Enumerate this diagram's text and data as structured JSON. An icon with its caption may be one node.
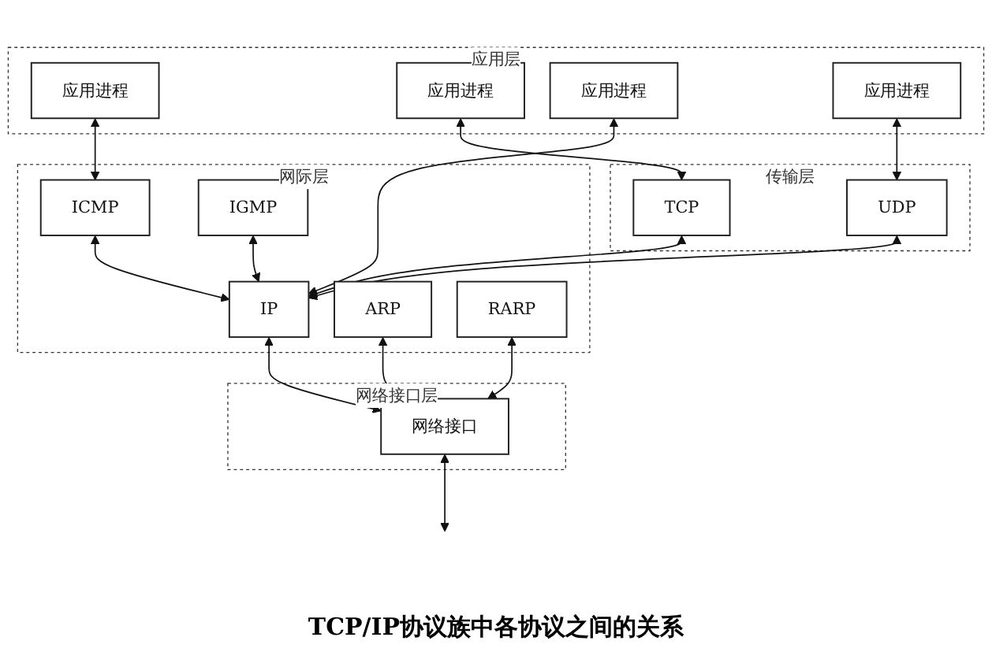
{
  "diagram": {
    "caption": "TCP/IP协议族中各协议之间的关系",
    "nodes": [
      {
        "text": [
          "应用层"
        ]
      },
      {
        "text": [
          "应用进程"
        ],
        "in": 0
      },
      {
        "text": [
          "应用进程"
        ],
        "in": 0
      },
      {
        "text": [
          "应用进程"
        ],
        "in": 0
      },
      {
        "text": [
          "应用进程"
        ],
        "in": 0
      },
      {
        "text": [
          "传输层"
        ]
      },
      {
        "text": [
          "TCP"
        ],
        "in": 5
      },
      {
        "text": [
          "UDP"
        ],
        "in": 5
      },
      {
        "text": [
          "网际层"
        ]
      },
      {
        "text": [
          "ICMP"
        ],
        "in": 8
      },
      {
        "text": [
          "IP"
        ],
        "in": 8
      },
      {
        "text": [
          "IGMP"
        ],
        "in": 8
      },
      {
        "text": [
          "ARP"
        ],
        "in": 8
      },
      {
        "text": [
          "RARP"
        ],
        "in": 8
      },
      {
        "text": [
          "网络接口层"
        ]
      },
      {
        "text": [
          "网络接口"
        ],
        "in": 14
      }
    ],
    "edges": [
      {
        "from": 1,
        "to": 9,
        "arrow": "both"
      },
      {
        "from": 2,
        "to": 6,
        "arrow": "both"
      },
      {
        "from": 3,
        "to": 10,
        "arrow": "both"
      },
      {
        "from": 4,
        "to": 7,
        "arrow": "both"
      },
      {
        "from": 6,
        "to": 10,
        "arrow": "both"
      },
      {
        "from": 7,
        "to": 10,
        "arrow": "both"
      },
      {
        "from": 9,
        "to": 10,
        "arrow": "both"
      },
      {
        "from": 11,
        "to": 10,
        "arrow": "both"
      },
      {
        "from": 12,
        "to": 15,
        "arrow": "both"
      },
      {
        "from": 10,
        "to": 15,
        "arrow": "both"
      },
      {
        "from": 13,
        "to": 15,
        "arrow": "both"
      },
      {
        "from": 15,
        "to": null,
        "arrow": "both"
      }
    ]
  }
}
